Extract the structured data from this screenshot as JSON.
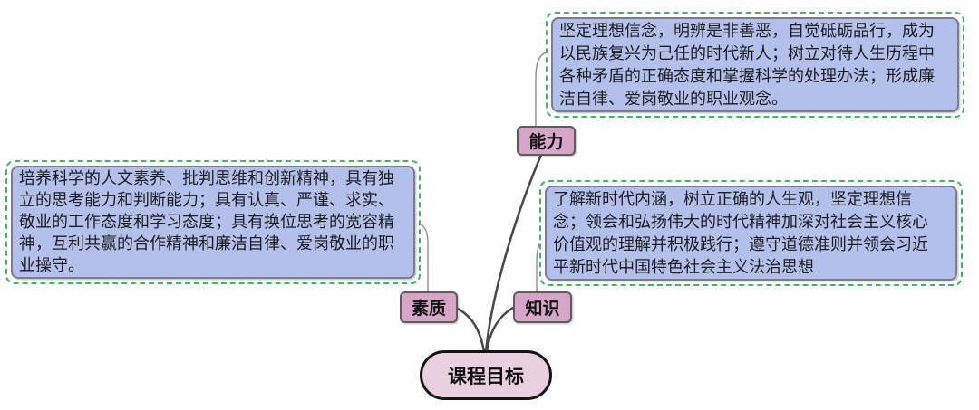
{
  "diagram": {
    "type": "mindmap",
    "root": {
      "label": "课程目标"
    },
    "branches": [
      {
        "id": "ability",
        "label": "能力",
        "description": "坚定理想信念，明辨是非善恶，自觉砥砺品行，成为\n以民族复兴为己任的时代新人；树立对待人生历程中\n各种矛盾的正确态度和掌握科学的处理办法；形成廉\n洁自律、爱岗敬业的职业观念。"
      },
      {
        "id": "quality",
        "label": "素质",
        "description": "培养科学的人文素养、批判思维和创新精神，具有独\n立的思考能力和判断能力；具有认真、严谨、求实、\n敬业的工作态度和学习态度；具有换位思考的宽容精\n神，互利共赢的合作精神和廉洁自律、爱岗敬业的职\n业操守。"
      },
      {
        "id": "knowledge",
        "label": "知识",
        "description": "了解新时代内涵，树立正确的人生观，坚定理想信\n念；领会和弘扬伟大的时代精神加深对社会主义核心\n价值观的理解并积极践行；遵守道德准则并领会习近\n平新时代中国特色社会主义法治思想"
      }
    ]
  },
  "colors": {
    "description_box_fill": "#b3c0ec",
    "description_box_border": "#7d7d88",
    "dashed_outline": "#44b662",
    "branch_node_fill": "#d7a5c7",
    "branch_node_border": "#5d5d5d",
    "root_node_fill": "#e9cfe0",
    "root_node_border": "#141414",
    "edge_thick": "#4a4a4a",
    "edge_thin": "#8f8f8f",
    "background": "#ffffff"
  }
}
